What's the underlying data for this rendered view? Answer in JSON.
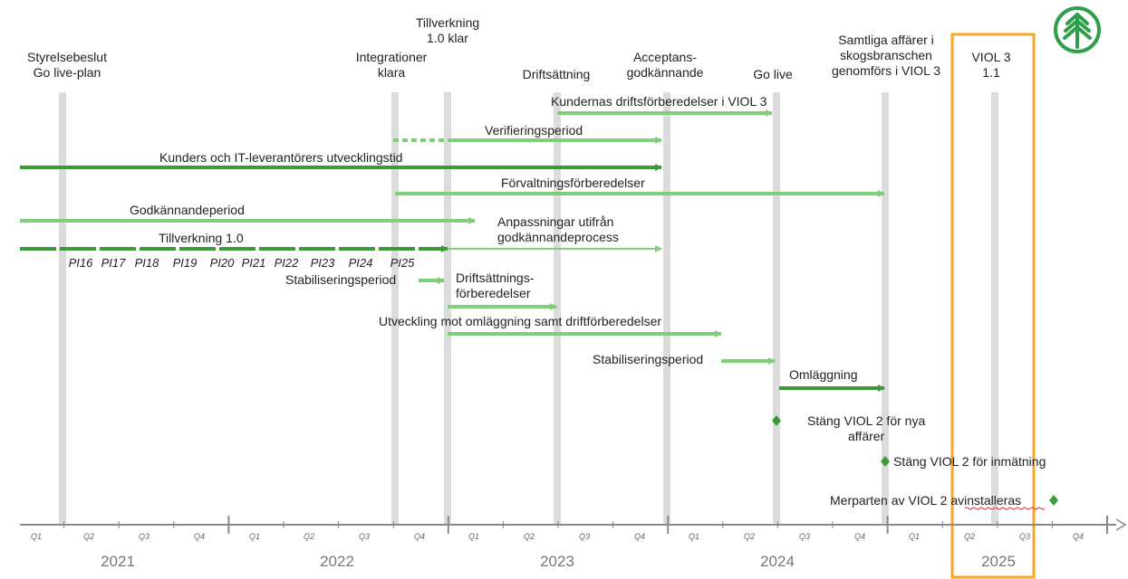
{
  "milestones": [
    {
      "id": "styrelsebeslut",
      "text": "Styrelsebeslut\nGo live-plan"
    },
    {
      "id": "integrationer",
      "text": "Integrationer\nklara"
    },
    {
      "id": "tillverkning",
      "text": "Tillverkning\n1.0 klar"
    },
    {
      "id": "driftsattning",
      "text": "Driftsättning"
    },
    {
      "id": "acceptans",
      "text": "Acceptans-\ngodkännande"
    },
    {
      "id": "golive",
      "text": "Go live"
    },
    {
      "id": "samtliga",
      "text": "Samtliga affärer i\nskogsbranschen\ngenomförs i VIOL 3"
    },
    {
      "id": "viol31",
      "text": "VIOL 3\n1.1"
    }
  ],
  "bars": [
    {
      "id": "kundernas-driftsforberedelser",
      "text": "Kundernas driftsförberedelser i VIOL 3"
    },
    {
      "id": "verifieringsperiod",
      "text": "Verifieringsperiod"
    },
    {
      "id": "utvecklingstid",
      "text": "Kunders och IT-leverantörers utvecklingstid"
    },
    {
      "id": "forvaltningsforberedelser",
      "text": "Förvaltningsförberedelser"
    },
    {
      "id": "godkannandeperiod",
      "text": "Godkännandeperiod"
    },
    {
      "id": "anpassningar",
      "text": "Anpassningar utifrån\ngodkännandeprocess"
    },
    {
      "id": "tillverkning10",
      "text": "Tillverkning 1.0"
    },
    {
      "id": "stabilisering1",
      "text": "Stabiliseringsperiod"
    },
    {
      "id": "driftsattningsforberedelser",
      "text": "Driftsättnings-\nförberedelser"
    },
    {
      "id": "utveckling-omlaggning",
      "text": "Utveckling mot omläggning samt driftförberedelser"
    },
    {
      "id": "stabilisering2",
      "text": "Stabiliseringsperiod"
    },
    {
      "id": "omlaggning",
      "text": "Omläggning"
    }
  ],
  "events": [
    {
      "id": "stang-nya",
      "text": "Stäng VIOL 2 för nya\naffärer"
    },
    {
      "id": "stang-inmatning",
      "text": "Stäng VIOL 2 för inmätning"
    },
    {
      "id": "avinstalleras",
      "text": "Merparten av VIOL 2 avinstalleras"
    }
  ],
  "pi_labels": [
    "PI16",
    "PI17",
    "PI18",
    "PI19",
    "PI20",
    "PI21",
    "PI22",
    "PI23",
    "PI24",
    "PI25"
  ],
  "quarters": [
    "Q1",
    "Q2",
    "Q3",
    "Q4",
    "Q1",
    "Q2",
    "Q3",
    "Q4",
    "Q1",
    "Q2",
    "Q3",
    "Q4",
    "Q1",
    "Q2",
    "Q3",
    "Q4",
    "Q1",
    "Q2",
    "Q3",
    "Q4"
  ],
  "years": [
    "2021",
    "2022",
    "2023",
    "2024",
    "2025"
  ],
  "colors": {
    "dark_green": "#3d9a3a",
    "light_green": "#7fcf7a",
    "diamond": "#3d9a3a",
    "highlight_orange": "#f5a623",
    "milestone_line": "#dcdcdc",
    "axis": "#8a8a8a",
    "logo_green": "#2e9e48"
  },
  "logo": {
    "icon": "tree-logo-icon"
  }
}
